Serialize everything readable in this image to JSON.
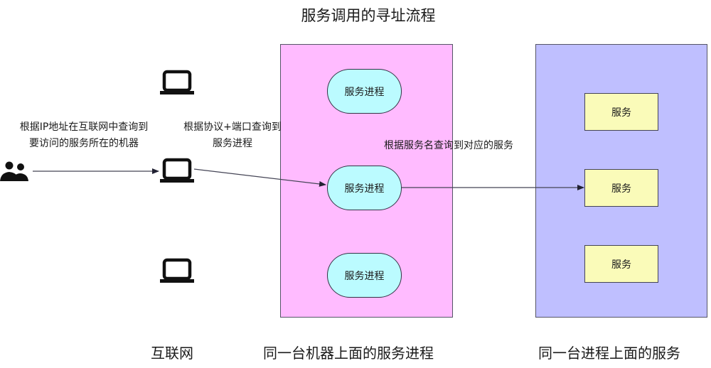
{
  "title": "服务调用的寻址流程",
  "client": {
    "icon": "users-icon"
  },
  "internet": {
    "laptop_icon": "laptop-icon",
    "laptop_count": 3,
    "caption": "互联网"
  },
  "machine_panel": {
    "caption": "同一台机器上面的服务进程",
    "color": "#ffbbff",
    "processes": [
      {
        "label": "服务进程"
      },
      {
        "label": "服务进程"
      },
      {
        "label": "服务进程"
      }
    ]
  },
  "process_panel": {
    "caption": "同一台进程上面的服务",
    "color": "#bfbfff",
    "services": [
      {
        "label": "服务"
      },
      {
        "label": "服务"
      },
      {
        "label": "服务"
      }
    ]
  },
  "steps": [
    {
      "line1": "根据IP地址在互联网中查询到",
      "line2": "要访问的服务所在的机器"
    },
    {
      "line1": "根据协议+端口查询到",
      "line2": "服务进程"
    },
    {
      "line1": "根据服务名查询到对应的服务"
    }
  ],
  "colors": {
    "process_fill": "#bbfbff",
    "service_fill": "#fafbb9",
    "edge": "#333344"
  }
}
